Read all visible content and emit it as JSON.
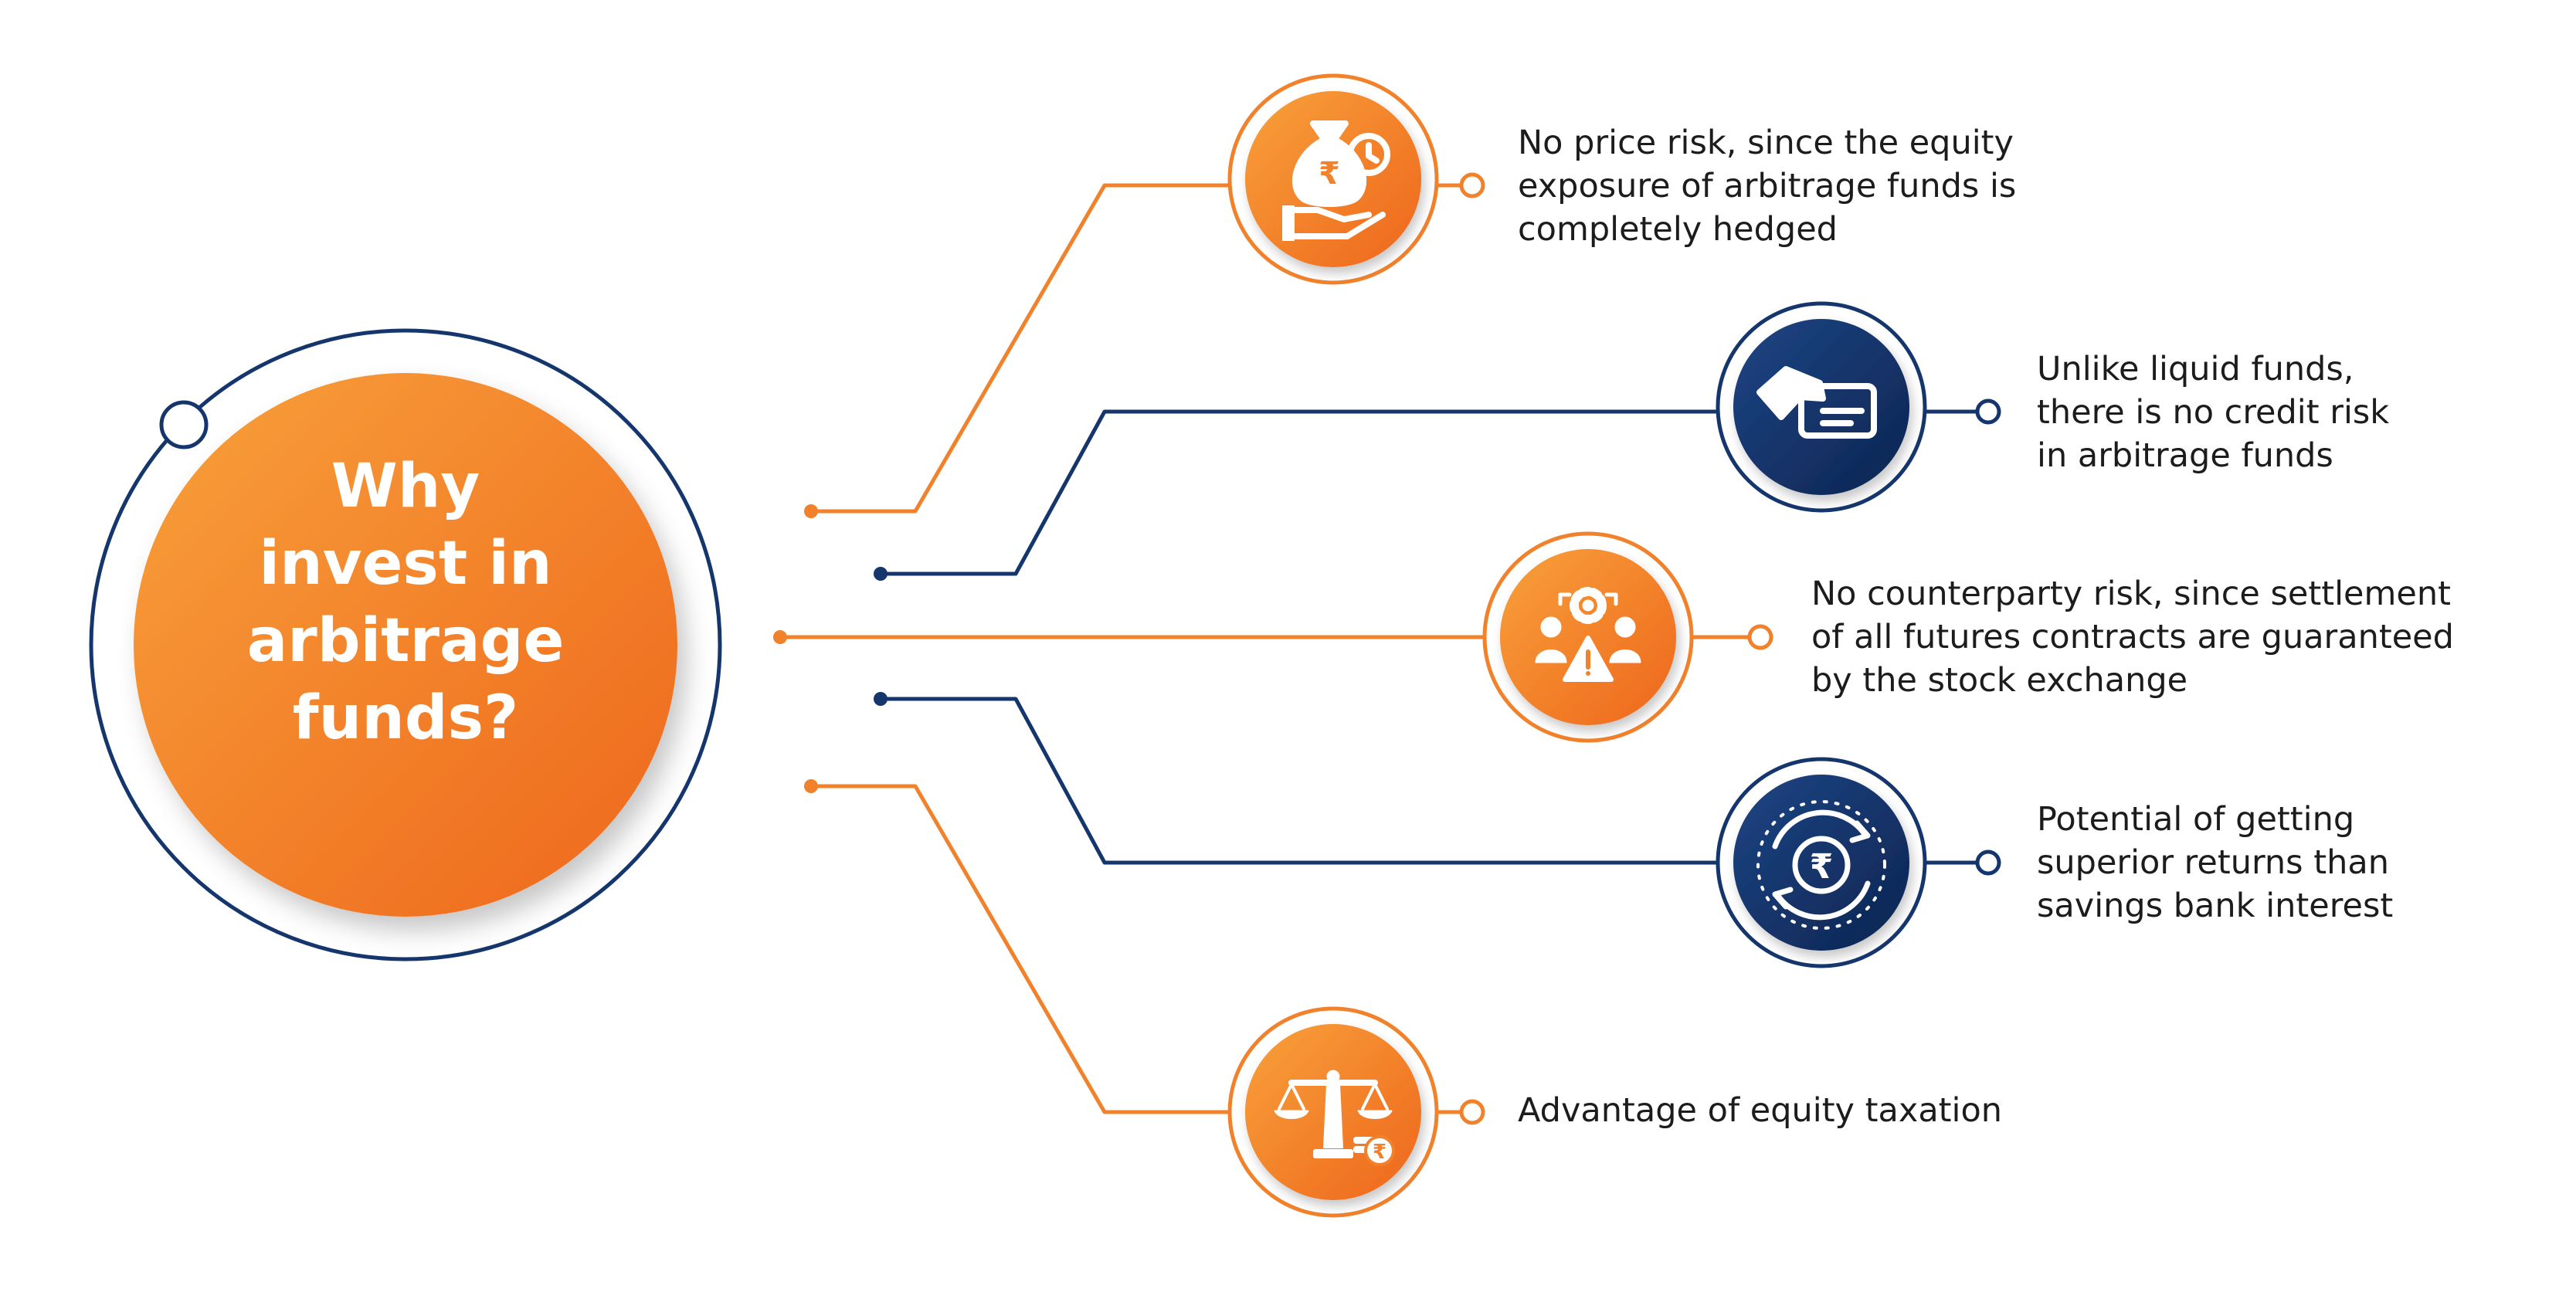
{
  "title": {
    "lines": [
      "Why",
      "invest in",
      "arbitrage",
      "funds?"
    ]
  },
  "benefits": [
    {
      "icon": "money-bag-hand-icon",
      "lines": [
        "No price risk, since the equity",
        "exposure of arbitrage funds is",
        "completely hedged"
      ]
    },
    {
      "icon": "card-hand-icon",
      "lines": [
        "Unlike liquid funds,",
        "there is no credit risk",
        "in arbitrage funds"
      ]
    },
    {
      "icon": "counterparty-warning-icon",
      "lines": [
        "No counterparty risk, since settlement",
        "of all futures contracts are guaranteed",
        "by the stock exchange"
      ]
    },
    {
      "icon": "rupee-cycle-icon",
      "lines": [
        "Potential of getting",
        "superior returns than",
        "savings bank interest"
      ]
    },
    {
      "icon": "scale-coins-icon",
      "lines": [
        "Advantage of equity taxation"
      ]
    }
  ],
  "colors": {
    "orange": "#F2812B",
    "orange_light": "#F7A03A",
    "orange_dark": "#EE6A1F",
    "navy": "#15366D",
    "navy_dark": "#0F2A5A",
    "text": "#1C1C1C"
  }
}
